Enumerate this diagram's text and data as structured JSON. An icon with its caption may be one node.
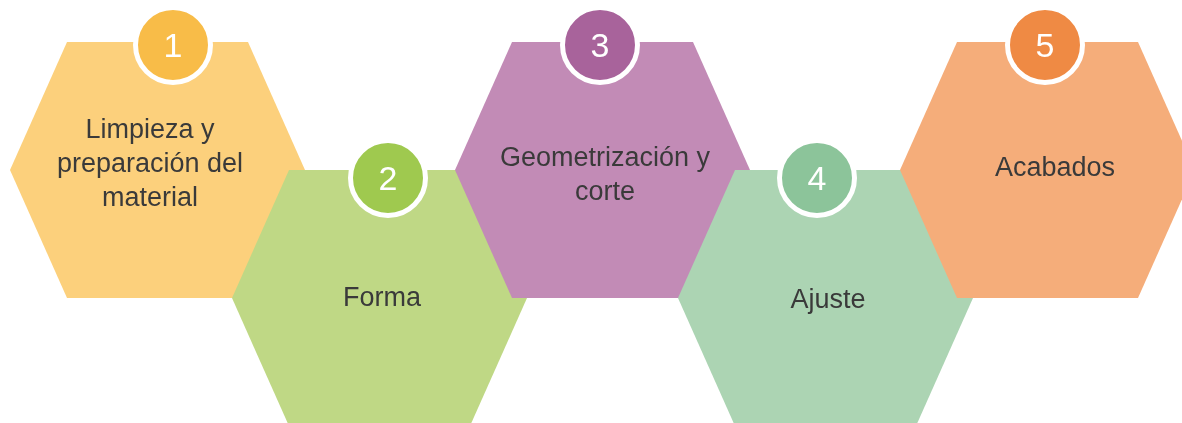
{
  "diagram": {
    "nodes": [
      {
        "text": [
          "1"
        ]
      },
      {
        "text": [
          "Limpieza y preparación del material"
        ]
      },
      {
        "text": [
          "2"
        ]
      },
      {
        "text": [
          "Forma"
        ]
      },
      {
        "text": [
          "3"
        ]
      },
      {
        "text": [
          "Geometrización y corte"
        ]
      },
      {
        "text": [
          "4"
        ]
      },
      {
        "text": [
          "Ajuste"
        ]
      },
      {
        "text": [
          "5"
        ]
      },
      {
        "text": [
          "Acabados"
        ]
      }
    ]
  }
}
